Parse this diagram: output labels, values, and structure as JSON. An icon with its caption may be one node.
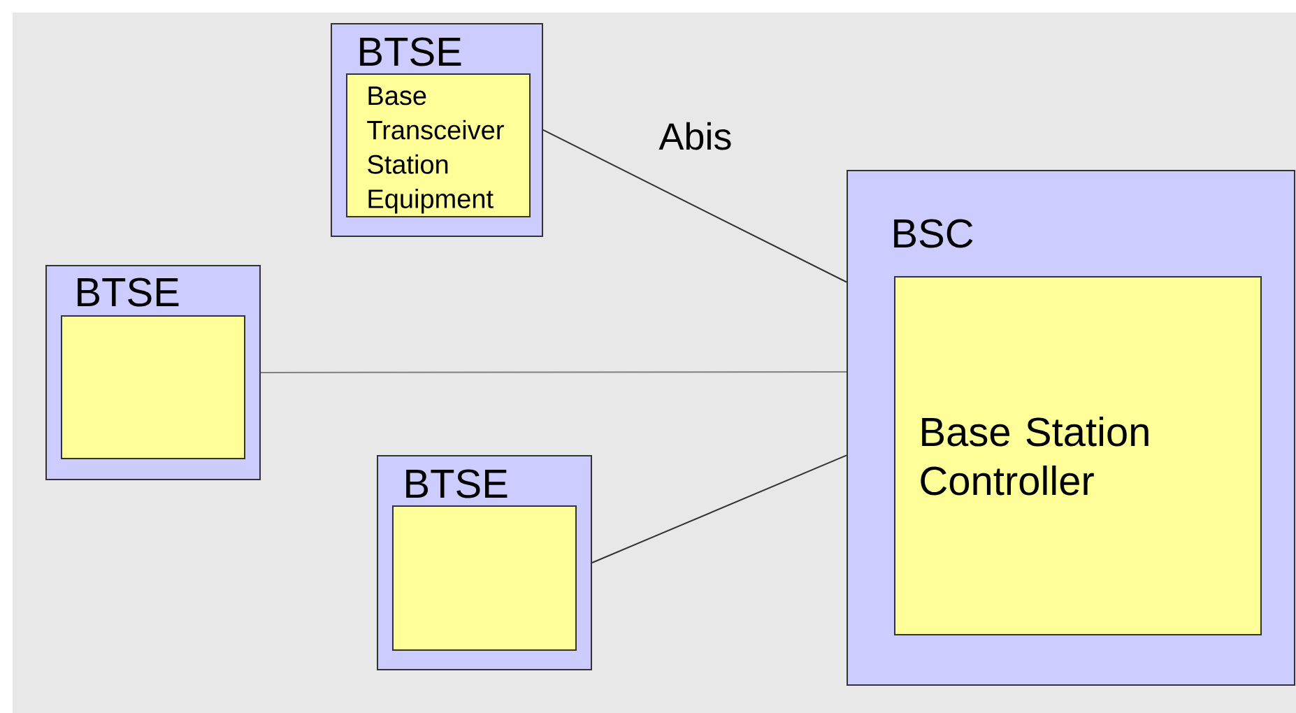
{
  "diagram": {
    "nodes": [
      {
        "text": [
          "BTSE"
        ]
      },
      {
        "text": [
          "Base Transceiver Station Equipment"
        ],
        "in": 0
      },
      {
        "text": [
          "BTSE"
        ]
      },
      {
        "text": [],
        "shape": "box",
        "in": 2
      },
      {
        "text": [
          "BTSE"
        ]
      },
      {
        "text": [],
        "shape": "box",
        "in": 4
      },
      {
        "text": [
          "BSC"
        ]
      },
      {
        "text": [
          "Base Station Controller"
        ],
        "in": 6
      }
    ],
    "edges": [
      {
        "from": 0,
        "to": 6,
        "arrow": "none",
        "label": "Abis"
      },
      {
        "from": 2,
        "to": 6,
        "arrow": "none",
        "color": "#808080"
      },
      {
        "from": 4,
        "to": 6,
        "arrow": "none"
      }
    ]
  }
}
